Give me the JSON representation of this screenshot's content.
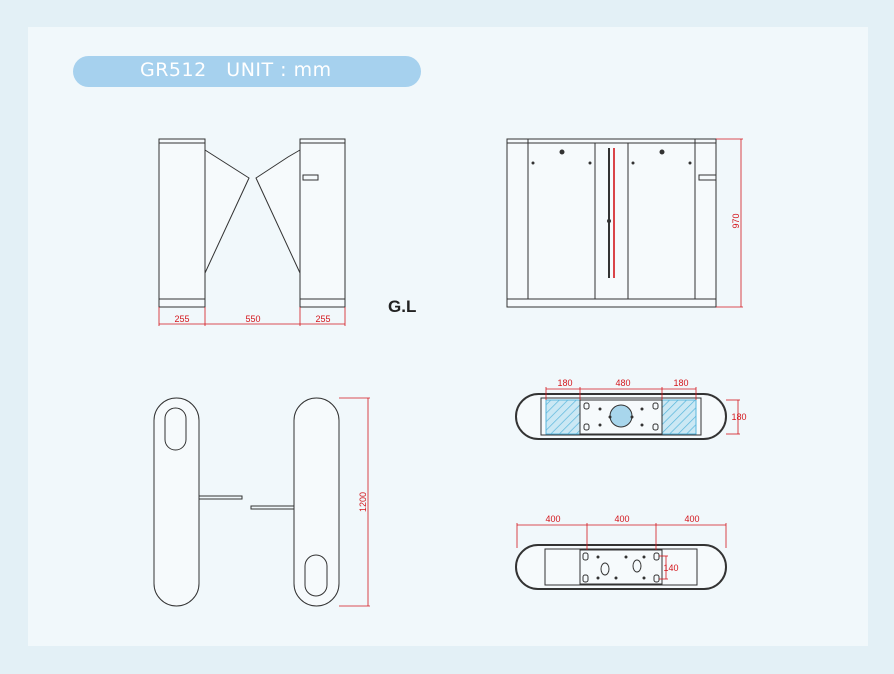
{
  "header": {
    "title": "GR512   UNIT : mm"
  },
  "colors": {
    "background": "#e3f0f6",
    "panel": "#f1f8fb",
    "title_pill": "#a6d1ee",
    "outline": "#333333",
    "dimension": "#d4161c",
    "hatch": "#58b6dc"
  },
  "views": {
    "front": {
      "dims": {
        "left": "255",
        "middle": "550",
        "right": "255"
      },
      "ground_label": "G.L"
    },
    "side": {
      "dims": {
        "height": "970"
      }
    },
    "top": {
      "dims": {
        "length": "1200"
      }
    },
    "base_upper": {
      "dims": {
        "left": "180",
        "middle": "480",
        "right": "180",
        "depth": "180"
      }
    },
    "base_lower": {
      "dims": {
        "left": "400",
        "middle": "400",
        "right": "400",
        "depth": "140"
      }
    }
  }
}
